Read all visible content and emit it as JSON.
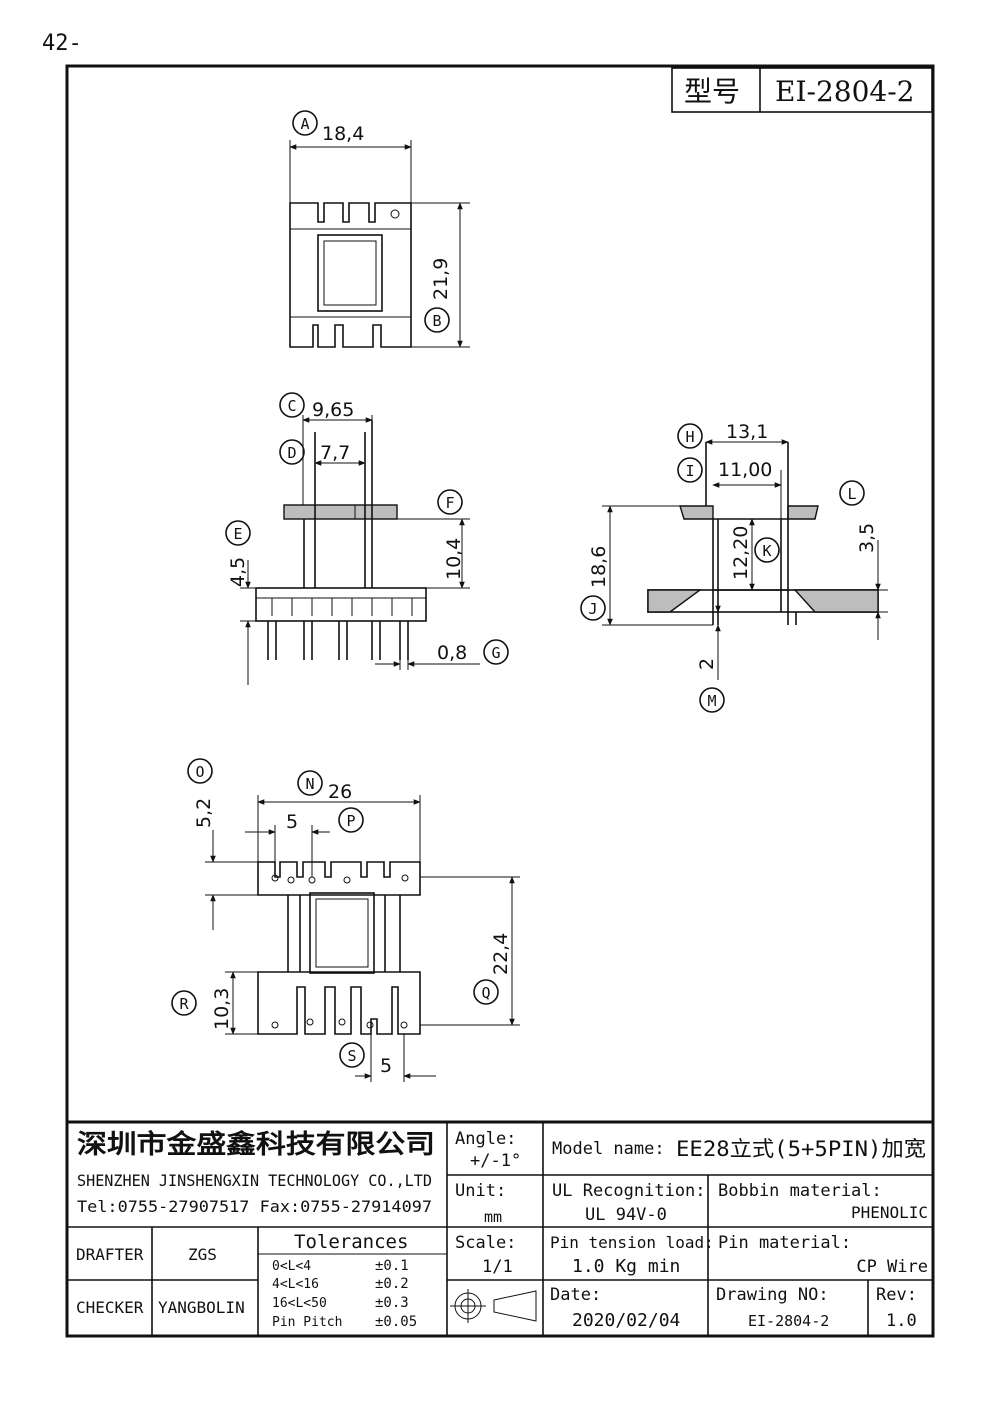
{
  "page_mark": "42-",
  "title_box": {
    "label": "型号",
    "model": "EI-2804-2"
  },
  "views": {
    "top": {
      "dims": [
        {
          "id": "A",
          "value": "18,4"
        },
        {
          "id": "B",
          "value": "21,9"
        }
      ]
    },
    "front": {
      "dims": [
        {
          "id": "C",
          "value": "9,65"
        },
        {
          "id": "D",
          "value": "7,7"
        },
        {
          "id": "E",
          "value": "4,5"
        },
        {
          "id": "F",
          "value": "10,4"
        },
        {
          "id": "G",
          "value": "0,8"
        }
      ]
    },
    "side": {
      "dims": [
        {
          "id": "H",
          "value": "13,1"
        },
        {
          "id": "I",
          "value": "11,00"
        },
        {
          "id": "J",
          "value": "18,6"
        },
        {
          "id": "K",
          "value": "12,20"
        },
        {
          "id": "L",
          "value": "3,5"
        },
        {
          "id": "M",
          "value": "2"
        }
      ]
    },
    "bottom": {
      "dims": [
        {
          "id": "N",
          "value": "26"
        },
        {
          "id": "O",
          "value": "5,2"
        },
        {
          "id": "P",
          "value": "5"
        },
        {
          "id": "Q",
          "value": "22,4"
        },
        {
          "id": "R",
          "value": "10,3"
        },
        {
          "id": "S",
          "value": "5"
        }
      ]
    }
  },
  "title_block": {
    "company_cn": "深圳市金盛鑫科技有限公司",
    "company_en": "SHENZHEN JINSHENGXIN TECHNOLOGY CO.,LTD",
    "tel_fax": "Tel:0755-27907517  Fax:0755-27914097",
    "angle_label": "Angle:",
    "angle_value": "+/-1°",
    "unit_label": "Unit:",
    "unit_value": "mm",
    "scale_label": "Scale:",
    "scale_value": "1/1",
    "model_name_label": "Model name:",
    "model_name_value": "EE28立式(5+5PIN)加宽",
    "ul_label": "UL Recognition:",
    "ul_value": "UL 94V-0",
    "bobbin_label": "Bobbin material:",
    "bobbin_value": "PHENOLIC",
    "pin_tension_label": "Pin tension load:",
    "pin_tension_value": "1.0 Kg min",
    "pin_material_label": "Pin material:",
    "pin_material_value": "CP Wire",
    "date_label": "Date:",
    "date_value": "2020/02/04",
    "drawing_no_label": "Drawing NO:",
    "drawing_no_value": "EI-2804-2",
    "rev_label": "Rev:",
    "rev_value": "1.0",
    "drafter_label": "DRAFTER",
    "drafter_value": "ZGS",
    "checker_label": "CHECKER",
    "checker_value": "YANGBOLIN",
    "tolerances_title": "Tolerances",
    "tolerances": [
      {
        "range": "0<L<4",
        "value": "±0.1"
      },
      {
        "range": "4<L<16",
        "value": "±0.2"
      },
      {
        "range": "16<L<50",
        "value": "±0.3"
      },
      {
        "range": "Pin Pitch",
        "value": "±0.05"
      }
    ]
  }
}
